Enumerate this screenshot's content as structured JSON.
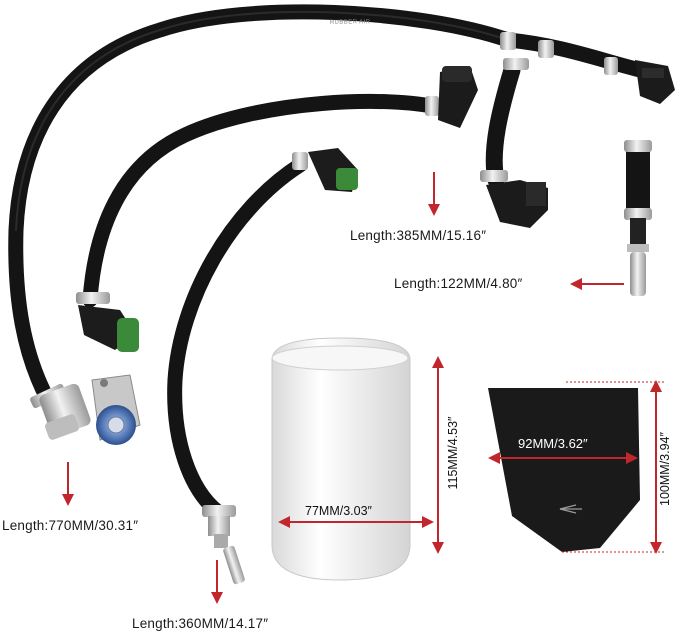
{
  "colors": {
    "hose": "#141414",
    "dimension_arrow": "#c0262c",
    "filter_body": "#f3f3f3",
    "gasket": "#1a1a1a",
    "fitting_metal": "#c9c9c9",
    "connector_green": "#3a8a3a",
    "sensor_blue": "#3a63a8"
  },
  "hose_print": "RUBBER AIR",
  "hoses": [
    {
      "name": "long-hose",
      "label": "Length:770MM/30.31″"
    },
    {
      "name": "middle-hose",
      "label": "Length:360MM/14.17″"
    },
    {
      "name": "upper-right-hose",
      "label": "Length:385MM/15.16″"
    },
    {
      "name": "short-hose",
      "label": "Length:122MM/4.80″"
    }
  ],
  "filter": {
    "width_label": "77MM/3.03″",
    "height_label": "115MM/4.53″"
  },
  "gasket": {
    "width_label": "92MM/3.62″",
    "height_label": "100MM/3.94″",
    "arrow_icon": "left-arrow"
  }
}
